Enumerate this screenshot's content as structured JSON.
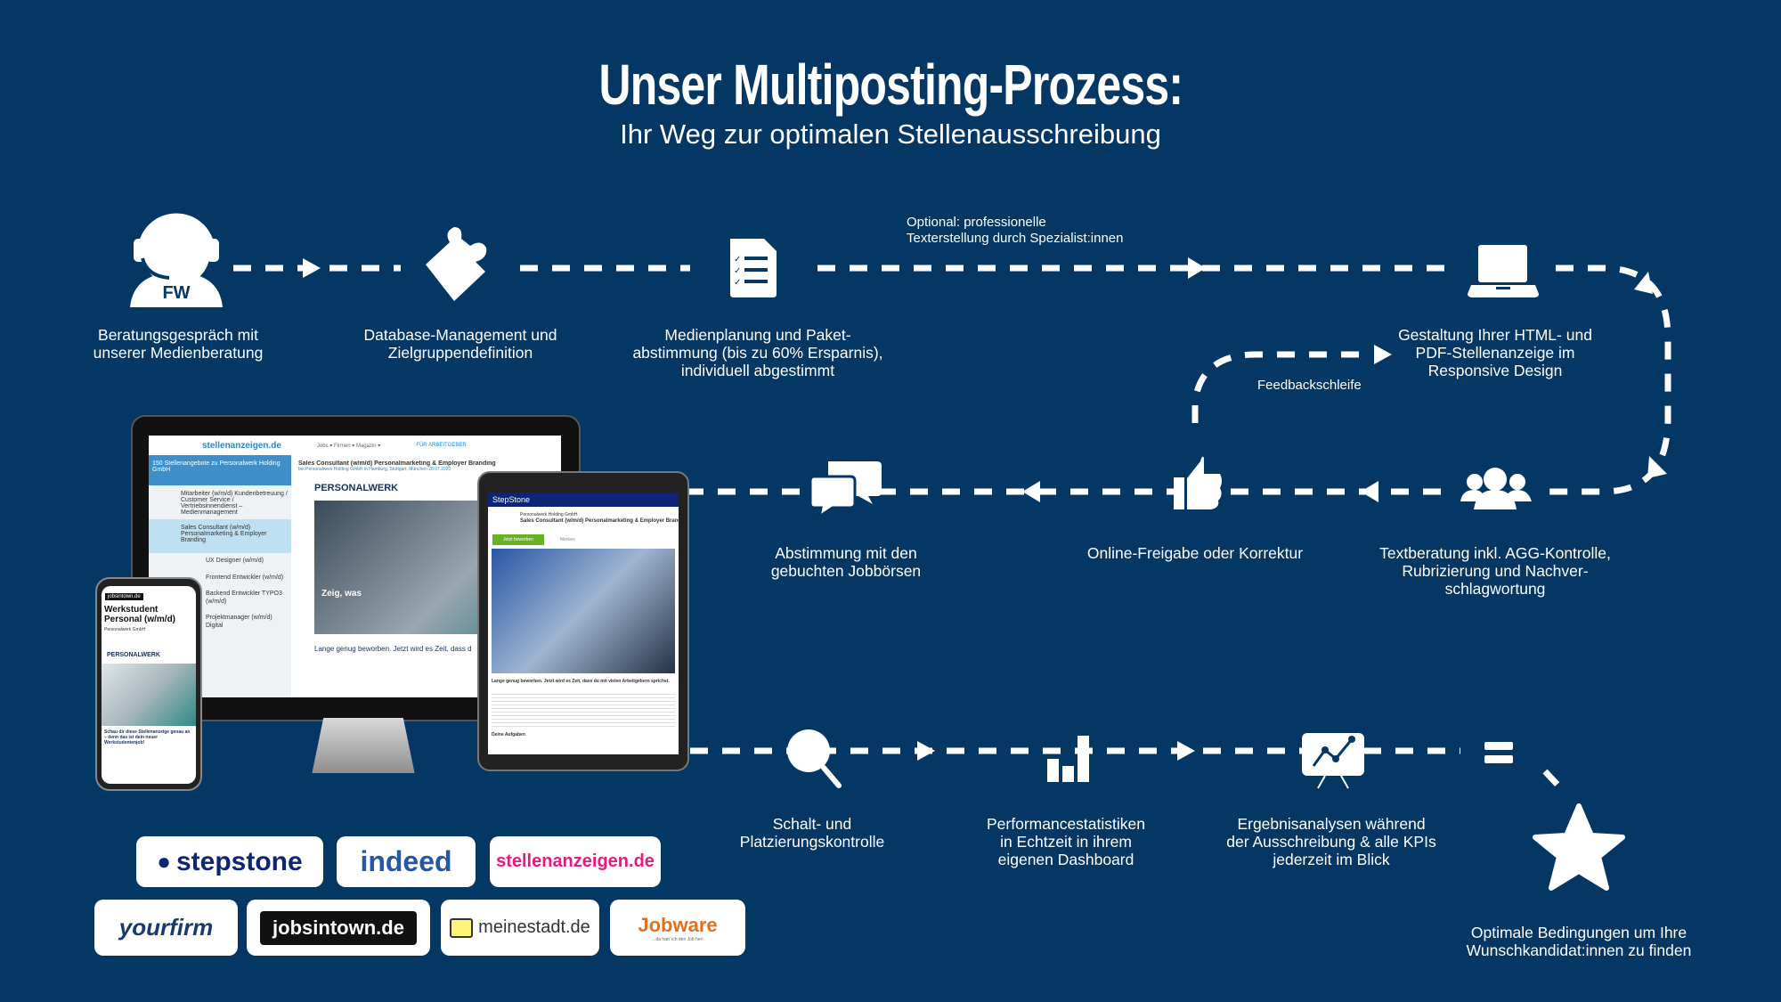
{
  "header": {
    "title": "Unser Multiposting-Prozess:",
    "subtitle": "Ihr Weg zur optimalen Stellenausschreibung"
  },
  "steps": [
    {
      "icon": "headset-icon",
      "lines": [
        "Beratungsgespräch mit",
        "unserer Medienberatung"
      ],
      "badge": "FW"
    },
    {
      "icon": "puzzle-icon",
      "lines": [
        "Database-Management und",
        "Zielgruppendefinition"
      ]
    },
    {
      "icon": "checklist-document-icon",
      "lines": [
        "Medienplanung und Paket-",
        "abstimmung (bis zu 60% Ersparnis),",
        "individuell abgestimmt"
      ]
    },
    {
      "icon": "laptop-icon",
      "lines": [
        "Gestaltung Ihrer HTML- und",
        "PDF-Stellenanzeige im",
        "Responsive Design"
      ]
    },
    {
      "icon": "people-icon",
      "lines": [
        "Textberatung inkl. AGG-Kontrolle,",
        "Rubrizierung und Nachver-",
        "schlagwortung"
      ]
    },
    {
      "icon": "thumbs-up-icon",
      "lines": [
        "Online-Freigabe oder Korrektur"
      ]
    },
    {
      "icon": "chat-bubbles-icon",
      "lines": [
        "Abstimmung mit den",
        "gebuchten Jobbörsen"
      ]
    },
    {
      "icon": "magnifier-icon",
      "lines": [
        "Schalt- und",
        "Platzierungskontrolle"
      ]
    },
    {
      "icon": "bar-chart-icon",
      "lines": [
        "Performancestatistiken",
        "in Echtzeit in ihrem",
        "eigenen Dashboard"
      ]
    },
    {
      "icon": "presentation-chart-icon",
      "lines": [
        "Ergebnisanalysen während",
        "der Ausschreibung & alle KPIs",
        "jederzeit im Blick"
      ]
    },
    {
      "icon": "star-icon",
      "lines": [
        "Optimale Bedingungen um Ihre",
        "Wunschkandidat:innen zu finden"
      ]
    }
  ],
  "notes": {
    "optional": [
      "Optional: professionelle",
      "Texterstellung durch Spezialist:innen"
    ],
    "feedback": "Feedbackschleife"
  },
  "logos": [
    "stepstone",
    "indeed",
    "stellenanzeigen.de",
    "yourfirm",
    "jobsintown.de",
    "meinestadt.de",
    "Jobware"
  ],
  "logo_extra": {
    "jobware_tagline": "...da hab' ich den Job her!"
  },
  "colors": {
    "background": "#043764",
    "stepstone": "#0c2577",
    "indeed": "#2557a7",
    "stellenanzeigen": "#e6197e",
    "yourfirm_green": "#3aa935",
    "yourfirm_blue": "#1b3a6b",
    "jobware": "#e0701f"
  },
  "devices": {
    "monitor": {
      "site": "stellenanzeigen.de",
      "nav": "Jobs ▾   Firmen ▾   Magazin ▾",
      "employer_link": "FÜR ARBEITGEBER",
      "list_header": "150 Stellenangebote zu Personalwerk Holding GmbH",
      "job_title": "Sales Consultant (w/m/d) Personalmarketing & Employer Branding",
      "job_meta": "bei Personalwerk Holding GmbH in Hamburg, Stuttgart, München  28.07.2020",
      "list": [
        "Mitarbeiter (w/m/d) Kundenbetreuung / Customer Service / Vertriebsinnendienst – Medienmanagement",
        "Sales Consultant (w/m/d) Personalmarketing & Employer Branding",
        "UX Designer (w/m/d)",
        "Frontend Entwickler (w/m/d)",
        "Backend Entwickler TYPO3 (w/m/d)",
        "Projektmanager (w/m/d) Digital"
      ],
      "brand": "PERSONALWERK",
      "headline": "Lange genug beworben. Jetzt wird es Zeit, dass d",
      "overlay": "Zeig, was"
    },
    "tablet": {
      "site": "StepStone",
      "company": "Personalwerk Holding GmbH",
      "job_title": "Sales Consultant (w/m/d) Personalmarketing & Employer Branding",
      "apply": "Jetzt bewerben",
      "save": "Merken",
      "headline": "Lange genug beworben. Jetzt wird es Zeit, dass du mit vielen Arbeitgebern sprichst.",
      "section": "Deine Aufgaben"
    },
    "phone": {
      "site": "jobsintown.de",
      "job_title": "Werkstudent Personal (w/m/d)",
      "company": "Personalwerk GmbH",
      "brand": "PERSONALWERK",
      "teaser": "Schau dir diese Stellenanzeige genau an – denn das ist dein neuer Werkstudentenjob!"
    }
  }
}
